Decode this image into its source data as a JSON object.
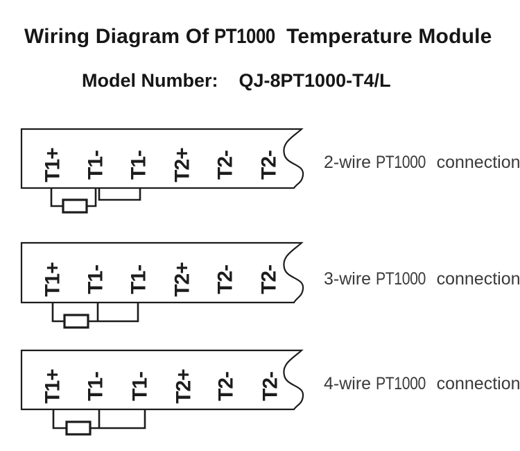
{
  "title": {
    "prefix": "Wiring Diagram Of",
    "model": "PT1000",
    "suffix": "Temperature Module"
  },
  "model_line": {
    "label": "Model Number:",
    "value": "QJ-8PT1000-T4/L"
  },
  "colors": {
    "ink": "#1c1c1c",
    "caption_text": "#3a3a3a",
    "background": "#ffffff"
  },
  "diagrams": [
    {
      "connection": "2-wire",
      "terminals": [
        "T1+",
        "T1-",
        "T1-",
        "T2+",
        "T2-",
        "T2-"
      ],
      "caption": {
        "prefix": "2-wire",
        "model": "PT1000",
        "suffix": "connection"
      }
    },
    {
      "connection": "3-wire",
      "terminals": [
        "T1+",
        "T1-",
        "T1-",
        "T2+",
        "T2-",
        "T2-"
      ],
      "caption": {
        "prefix": "3-wire",
        "model": "PT1000",
        "suffix": "connection"
      }
    },
    {
      "connection": "4-wire",
      "terminals": [
        "T1+",
        "T1-",
        "T1-",
        "T2+",
        "T2-",
        "T2-"
      ],
      "caption": {
        "prefix": "4-wire",
        "model": "PT1000",
        "suffix": "connection"
      }
    }
  ]
}
